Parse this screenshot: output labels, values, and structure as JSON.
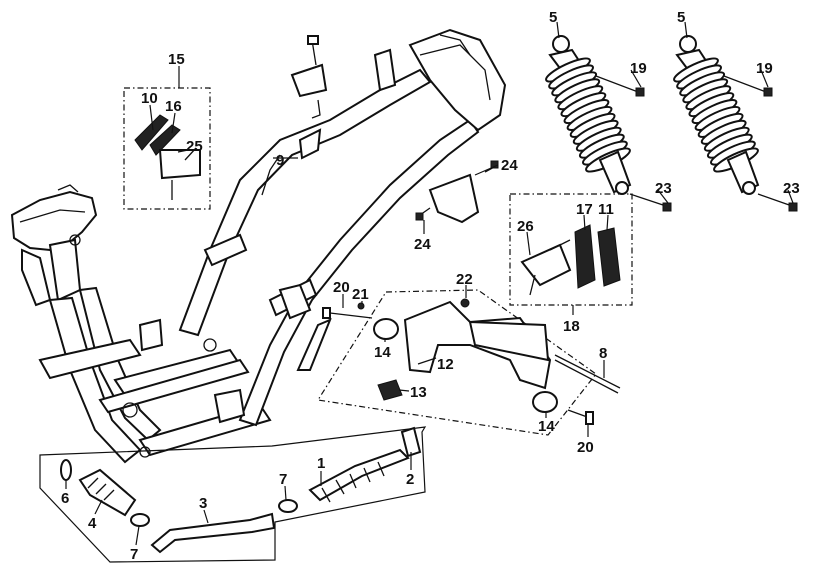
{
  "diagram": {
    "callouts": [
      {
        "id": "c15",
        "text": "15"
      },
      {
        "id": "c10",
        "text": "10"
      },
      {
        "id": "c16",
        "text": "16"
      },
      {
        "id": "c25",
        "text": "25"
      },
      {
        "id": "c9",
        "text": "9"
      },
      {
        "id": "c5a",
        "text": "5"
      },
      {
        "id": "c19a",
        "text": "19"
      },
      {
        "id": "c5b",
        "text": "5"
      },
      {
        "id": "c19b",
        "text": "19"
      },
      {
        "id": "c23a",
        "text": "23"
      },
      {
        "id": "c23b",
        "text": "23"
      },
      {
        "id": "c24a",
        "text": "24"
      },
      {
        "id": "c24b",
        "text": "24"
      },
      {
        "id": "c26",
        "text": "26"
      },
      {
        "id": "c17",
        "text": "17"
      },
      {
        "id": "c11",
        "text": "11"
      },
      {
        "id": "c18",
        "text": "18"
      },
      {
        "id": "c22",
        "text": "22"
      },
      {
        "id": "c20a",
        "text": "20"
      },
      {
        "id": "c21",
        "text": "21"
      },
      {
        "id": "c14a",
        "text": "14"
      },
      {
        "id": "c12",
        "text": "12"
      },
      {
        "id": "c13",
        "text": "13"
      },
      {
        "id": "c8",
        "text": "8"
      },
      {
        "id": "c14b",
        "text": "14"
      },
      {
        "id": "c20b",
        "text": "20"
      },
      {
        "id": "c1",
        "text": "1"
      },
      {
        "id": "c2",
        "text": "2"
      },
      {
        "id": "c7a",
        "text": "7"
      },
      {
        "id": "c3",
        "text": "3"
      },
      {
        "id": "c6",
        "text": "6"
      },
      {
        "id": "c4",
        "text": "4"
      },
      {
        "id": "c7b",
        "text": "7"
      }
    ]
  }
}
